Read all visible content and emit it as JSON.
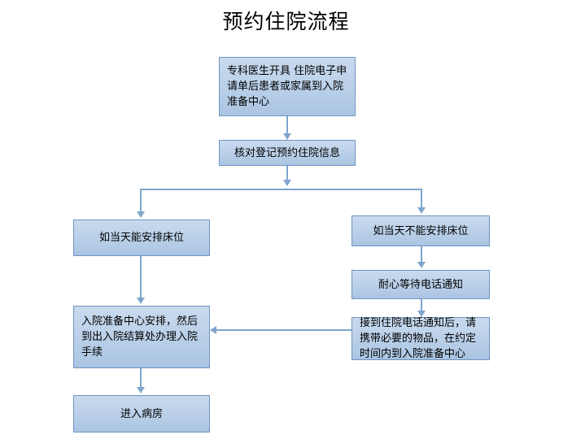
{
  "title": "预约住院流程",
  "diagram": {
    "type": "flowchart",
    "orientation": "top-to-bottom",
    "nodes": [
      {
        "id": "n1",
        "label": "专科医生开具 住院电子申请单后患者或家属到入院准备中心",
        "align": "left"
      },
      {
        "id": "n2",
        "label": "核对登记预约住院信息",
        "align": "center"
      },
      {
        "id": "n3",
        "label": "如当天能安排床位",
        "align": "center"
      },
      {
        "id": "n4",
        "label": "如当天不能安排床位",
        "align": "center"
      },
      {
        "id": "n5",
        "label": "耐心等待电话通知",
        "align": "center"
      },
      {
        "id": "n6",
        "label": "接到住院电话通知后，请携带必要的物品，在约定时间内到入院准备中心",
        "align": "left"
      },
      {
        "id": "n7",
        "label": "入院准备中心安排，然后到出入院结算处办理入院手续",
        "align": "left"
      },
      {
        "id": "n8",
        "label": "进入病房",
        "align": "center"
      }
    ],
    "edges": [
      {
        "from": "n1",
        "to": "n2",
        "direction": "down"
      },
      {
        "from": "n2",
        "to": "n3",
        "direction": "down-branch-left"
      },
      {
        "from": "n2",
        "to": "n4",
        "direction": "down-branch-right"
      },
      {
        "from": "n3",
        "to": "n7",
        "direction": "down"
      },
      {
        "from": "n4",
        "to": "n5",
        "direction": "down"
      },
      {
        "from": "n5",
        "to": "n6",
        "direction": "down"
      },
      {
        "from": "n6",
        "to": "n7",
        "direction": "left"
      },
      {
        "from": "n7",
        "to": "n8",
        "direction": "down"
      }
    ],
    "colors": {
      "node_fill_top": "#c9daee",
      "node_fill_bottom": "#aac5e2",
      "node_border": "#6f96c4",
      "connector": "#7fa6cd",
      "text": "#000000",
      "background": "#ffffff"
    }
  }
}
